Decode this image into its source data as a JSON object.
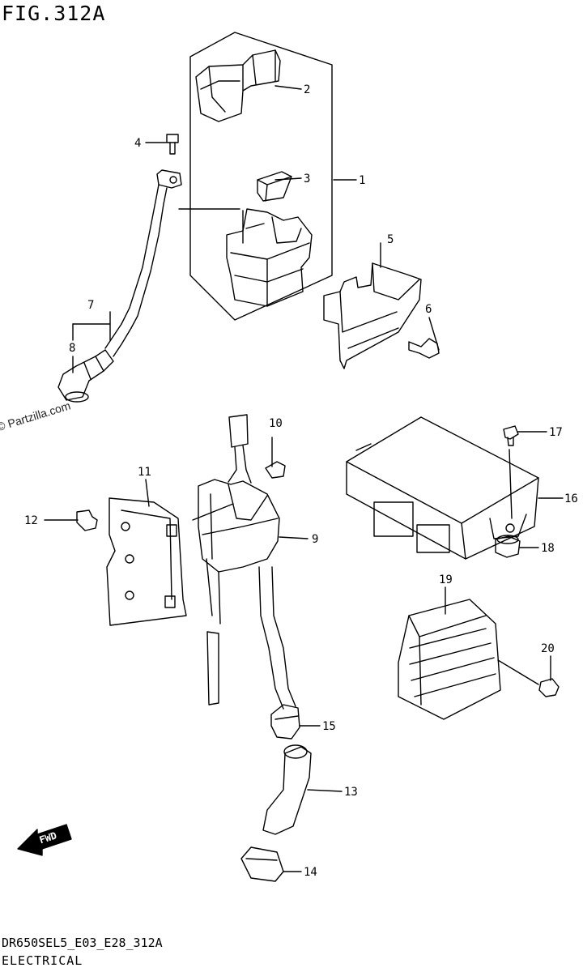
{
  "figure": {
    "title": "FIG.312A",
    "model_code": "DR650SEL5_E03_E28_312A",
    "section": "ELECTRICAL",
    "watermark": "© Partzilla.com",
    "direction_badge": "FWD"
  },
  "callouts": [
    "1",
    "2",
    "3",
    "4",
    "5",
    "6",
    "7",
    "8",
    "9",
    "10",
    "11",
    "12",
    "13",
    "14",
    "15",
    "16",
    "17",
    "18",
    "19",
    "20"
  ]
}
